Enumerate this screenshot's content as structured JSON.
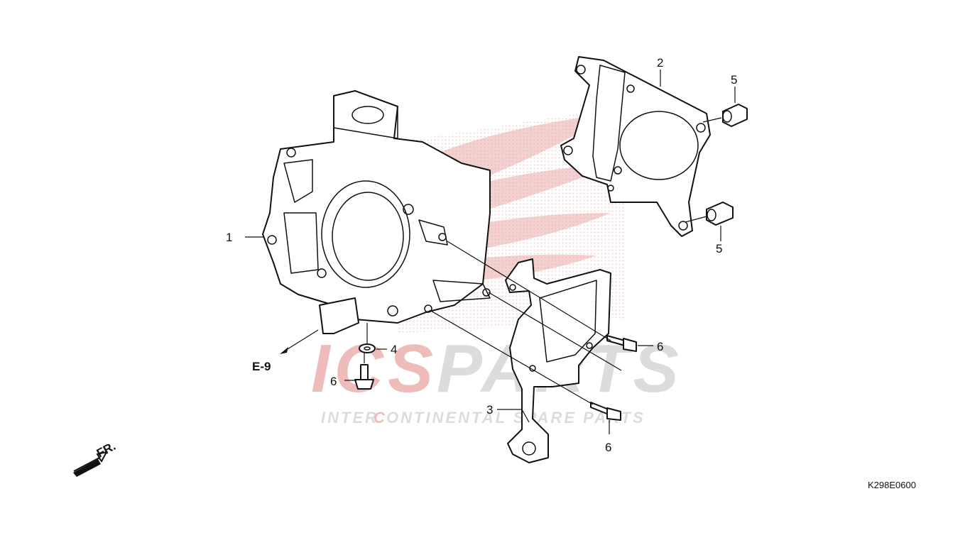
{
  "diagram": {
    "code": "K298E0600",
    "reference": "E-9",
    "front_marker": "FR.",
    "callouts": [
      "1",
      "2",
      "3",
      "4",
      "5",
      "5",
      "6",
      "6",
      "6"
    ]
  },
  "watermark": {
    "brand_prefix": "ICS",
    "brand_suffix": "PARTS",
    "tagline_1": "INTER",
    "tagline_2": "C",
    "tagline_3": "ONTINENTAL SPARE PARTS",
    "colors": {
      "red": "#e8a4a4",
      "grey": "#d8d8d8",
      "dot": "#e9a6a6"
    }
  }
}
